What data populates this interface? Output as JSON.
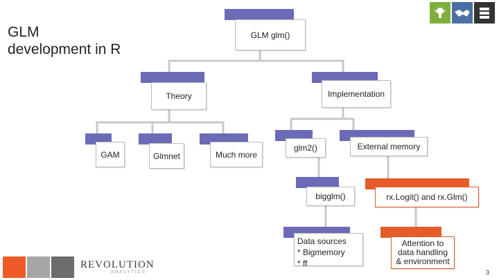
{
  "slide": {
    "title": "GLM\ndevelopment in R",
    "page_number": "3",
    "logo_text": "REVOLUTION",
    "logo_subtext": "ANALYTICS"
  },
  "colors": {
    "tab_purple": "#6b6bb7",
    "tab_orange": "#e65b2a",
    "connector_gray": "#c8c8c8",
    "footer_orange": "#f05a28",
    "footer_gray_light": "#a6a6a6",
    "footer_gray_dark": "#6d6d6d"
  },
  "icons": [
    "lightbulb-icon",
    "handshake-icon",
    "server-icon"
  ],
  "nodes": {
    "root": "GLM glm()",
    "theory": "Theory",
    "implementation": "Implementation",
    "gam": "GAM",
    "glmnet": "Glmnet",
    "much_more": "Much more",
    "glm2": "glm2()",
    "external_memory": "External memory",
    "bigglm": "bigglm()",
    "rx_logit": "rx.Logit() and rx.Glm()",
    "data_sources": "Data sources\n  * Bigmemory\n  * ff",
    "attention": "Attention to\ndata handling\n& environment"
  }
}
